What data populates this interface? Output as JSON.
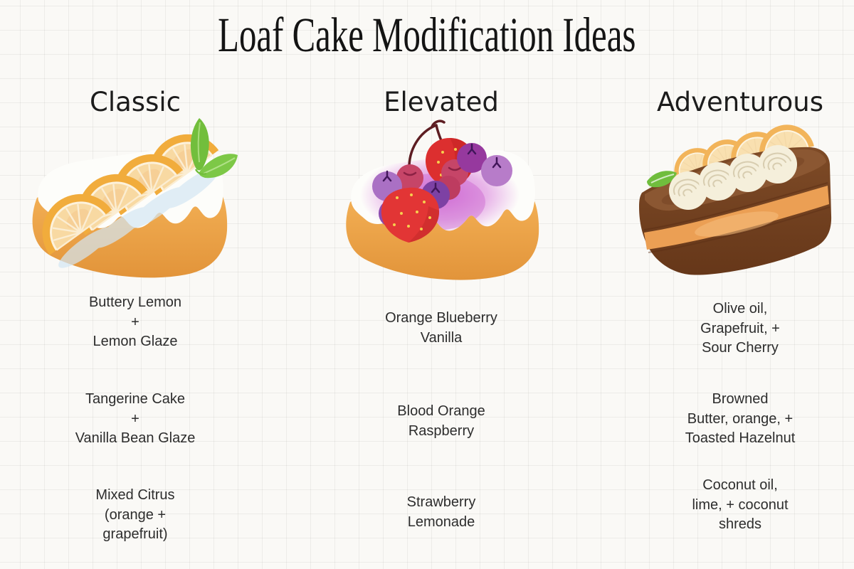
{
  "page": {
    "title": "Loaf Cake Modification Ideas",
    "background_color": "#faf9f6",
    "grid_line_color": "#e8e7e3"
  },
  "columns": [
    {
      "header": "Classic",
      "illustration": "lemon loaf cake with white glaze, lemon slices and mint leaves",
      "items": [
        {
          "lines": [
            "Buttery Lemon",
            "+",
            "Lemon Glaze"
          ]
        },
        {
          "lines": [
            "Tangerine Cake",
            "+",
            "Vanilla Bean Glaze"
          ]
        },
        {
          "lines": [
            "Mixed Citrus",
            "(orange +",
            "grapefruit)"
          ]
        }
      ]
    },
    {
      "header": "Elevated",
      "illustration": "loaf cake with white glaze, berry stain, strawberries, cherries and blueberries",
      "items": [
        {
          "lines": [
            "Orange Blueberry",
            "Vanilla"
          ]
        },
        {
          "lines": [
            "Blood Orange",
            "Raspberry"
          ]
        },
        {
          "lines": [
            "Strawberry",
            "Lemonade"
          ]
        }
      ]
    },
    {
      "header": "Adventurous",
      "illustration": "chocolate layered loaf cake with cream rosettes and orange slices",
      "items": [
        {
          "lines": [
            "Olive oil,",
            "Grapefruit, +",
            "Sour Cherry"
          ]
        },
        {
          "lines": [
            "Browned",
            "Butter, orange, +",
            "Toasted Hazelnut"
          ]
        },
        {
          "lines": [
            "Coconut oil,",
            "lime, + coconut",
            "shreds"
          ]
        }
      ]
    }
  ],
  "palette": {
    "cake_golden": "#eca84d",
    "icing_white": "#fdfdfa",
    "lemon_peel": "#f1ac3c",
    "lemon_flesh": "#f8d9a2",
    "mint_green": "#72be3c",
    "berry_stain": "#cf6ad2",
    "strawberry_red": "#e03232",
    "cherry_crimson": "#c64568",
    "blueberry_purple": "#8a4bae",
    "chocolate_brown": "#7a4625",
    "orange_layer": "#eb9f54",
    "cream": "#f5efdb",
    "text_dark": "#2d2d2d"
  }
}
